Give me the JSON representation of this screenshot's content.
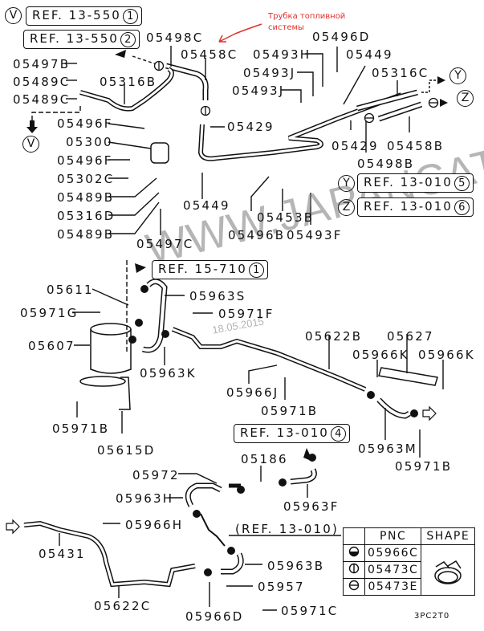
{
  "annotation": {
    "text_line1": "Трубка топливной",
    "text_line2": "системы",
    "color": "#e0302a"
  },
  "watermark": {
    "site": "WWW.JAPANCATS.RU",
    "date": "18.05.2015"
  },
  "refs": [
    {
      "id": "ref-v",
      "marker": "V",
      "text": "REF. 13-550",
      "num": "1"
    },
    {
      "id": "ref-2",
      "marker": "",
      "text": "REF. 13-550",
      "num": "2"
    },
    {
      "id": "ref-y",
      "marker": "Y",
      "text": "REF. 13-010",
      "num": "5"
    },
    {
      "id": "ref-z",
      "marker": "Z",
      "text": "REF. 13-010",
      "num": "6"
    },
    {
      "id": "ref-15",
      "marker": "",
      "text": "REF. 15-710",
      "num": "1"
    },
    {
      "id": "ref-4",
      "marker": "",
      "text": "REF. 13-010",
      "num": "4"
    },
    {
      "id": "ref-paren",
      "marker": "",
      "text": "(REF. 13-010)",
      "num": ""
    }
  ],
  "markers": {
    "v": "V",
    "y": "Y",
    "z": "Z"
  },
  "parts": [
    {
      "code": "05498C"
    },
    {
      "code": "05458C"
    },
    {
      "code": "05497B"
    },
    {
      "code": "05489C"
    },
    {
      "code": "05316B"
    },
    {
      "code": "05489C"
    },
    {
      "code": "05496D"
    },
    {
      "code": "05493H"
    },
    {
      "code": "05449"
    },
    {
      "code": "05493J"
    },
    {
      "code": "05316C"
    },
    {
      "code": "05493J"
    },
    {
      "code": "05496F"
    },
    {
      "code": "05429"
    },
    {
      "code": "05300"
    },
    {
      "code": "05429"
    },
    {
      "code": "05458B"
    },
    {
      "code": "05496F"
    },
    {
      "code": "05498B"
    },
    {
      "code": "05302C"
    },
    {
      "code": "05489B"
    },
    {
      "code": "05449"
    },
    {
      "code": "05316D"
    },
    {
      "code": "05453B"
    },
    {
      "code": "05489B"
    },
    {
      "code": "05497C"
    },
    {
      "code": "05496B"
    },
    {
      "code": "05493F"
    },
    {
      "code": "05611"
    },
    {
      "code": "05963S"
    },
    {
      "code": "05971G"
    },
    {
      "code": "05971F"
    },
    {
      "code": "05607"
    },
    {
      "code": "05622B"
    },
    {
      "code": "05627"
    },
    {
      "code": "05966K"
    },
    {
      "code": "05966K"
    },
    {
      "code": "05963K"
    },
    {
      "code": "05966J"
    },
    {
      "code": "05971B"
    },
    {
      "code": "05971B"
    },
    {
      "code": "05963M"
    },
    {
      "code": "05615D"
    },
    {
      "code": "05971B"
    },
    {
      "code": "05972"
    },
    {
      "code": "05186"
    },
    {
      "code": "05963H"
    },
    {
      "code": "05963F"
    },
    {
      "code": "05966H"
    },
    {
      "code": "05431"
    },
    {
      "code": "05963B"
    },
    {
      "code": "05957"
    },
    {
      "code": "05622C"
    },
    {
      "code": "05966D"
    },
    {
      "code": "05971C"
    }
  ],
  "legend": {
    "headers": {
      "symbol": "",
      "pnc": "PNC",
      "shape": "SHAPE"
    },
    "rows": [
      {
        "symbol": "half-filled-circle",
        "pnc": "05966C"
      },
      {
        "symbol": "vertical-bar-circle",
        "pnc": "05473C"
      },
      {
        "symbol": "horizontal-bar-circle",
        "pnc": "05473E"
      }
    ]
  },
  "diagram_code": "3PC2T0"
}
